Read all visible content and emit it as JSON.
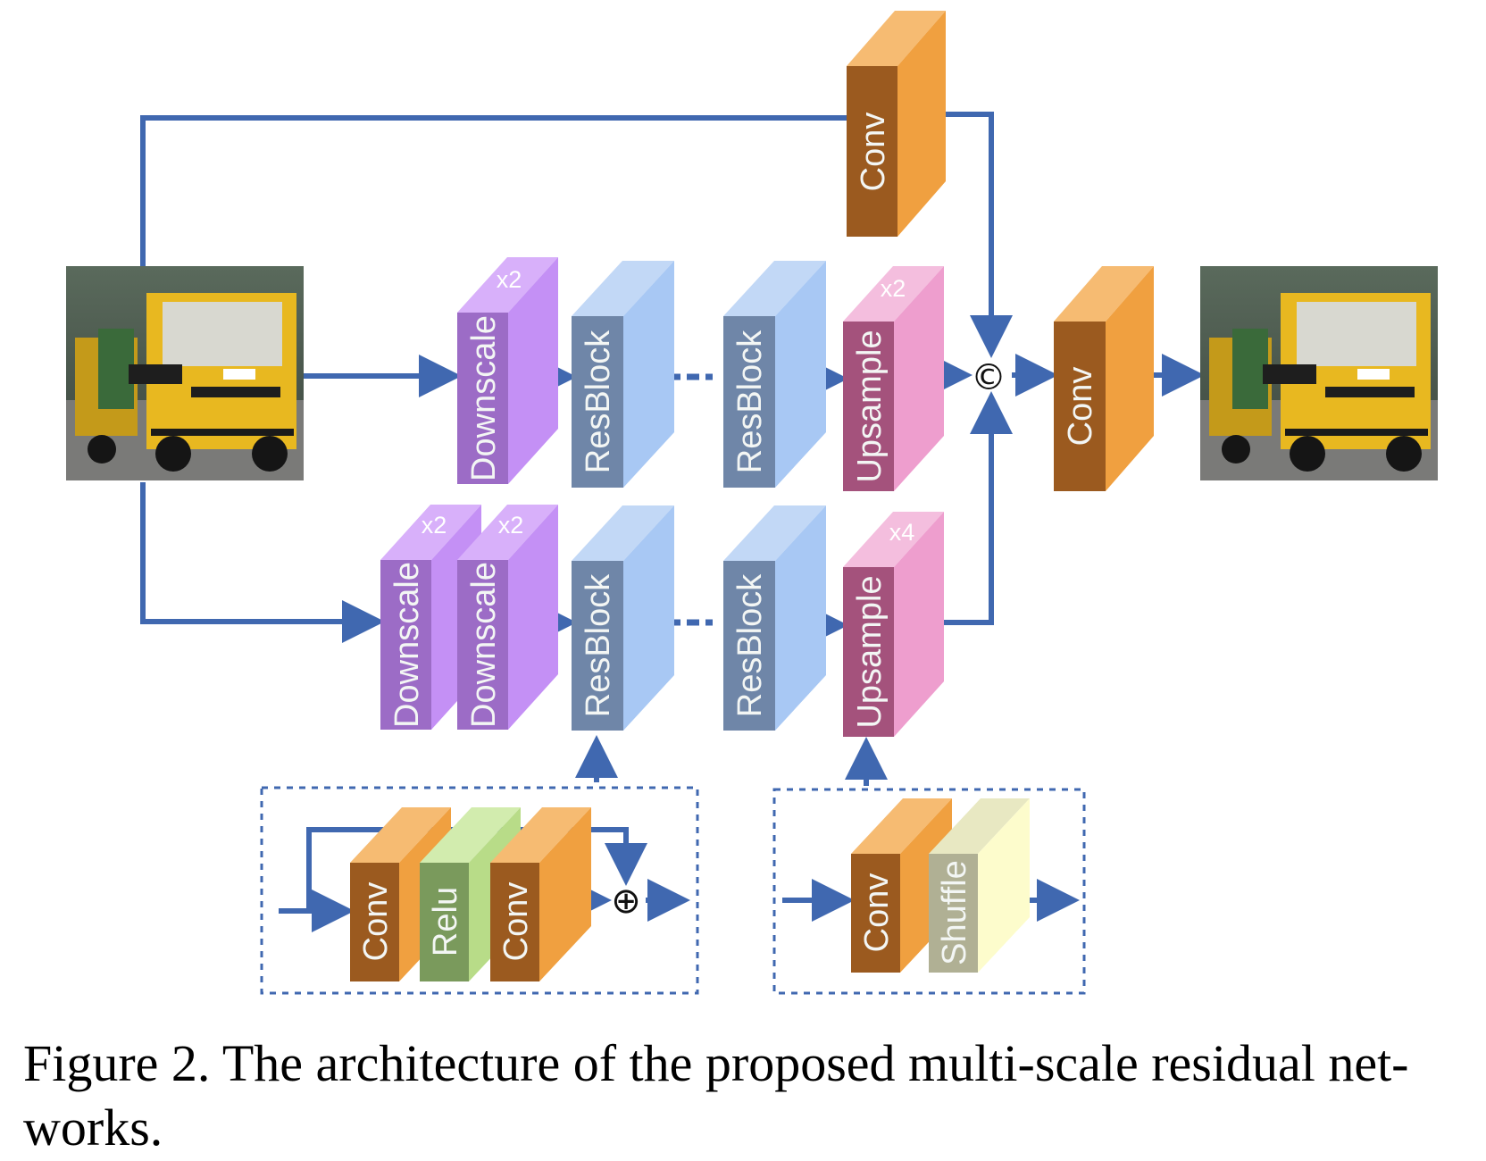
{
  "blocks": {
    "conv": "Conv",
    "downscale": "Downscale",
    "resblock": "ResBlock",
    "upsample": "Upsample",
    "relu": "Relu",
    "shuffle": "Shuffle"
  },
  "multipliers": {
    "x2": "x2",
    "x4": "x4"
  },
  "symbols": {
    "concat": "©",
    "add": "⊕"
  },
  "caption": "Figure 2. The architecture of the proposed multi-scale residual net-\nworks.",
  "colors": {
    "arrow": "#4068b0",
    "conv": "#f0a040",
    "downscale": "#c490f5",
    "resblock": "#a8c8f4",
    "upsample": "#ee9ece",
    "relu": "#b8dc88",
    "shuffle": "#fdfccc"
  }
}
